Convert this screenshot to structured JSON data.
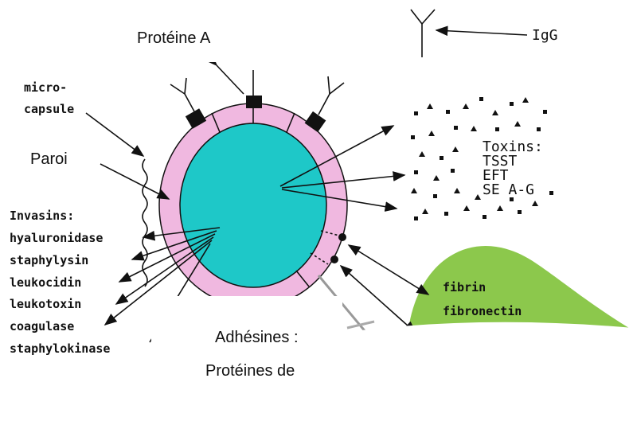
{
  "labels": {
    "proteine_a": "Protéine A",
    "igg": "IgG",
    "microcapsule_1": "micro-",
    "microcapsule_2": "capsule",
    "paroi": "Paroi",
    "invasins_title": "Invasins:",
    "invasins": [
      "hyaluronidase",
      "staphylysin",
      "leukocidin",
      "leukotoxin",
      "coagulase",
      "staphylokinase"
    ],
    "toxins_title": "Toxins:",
    "toxins": [
      "TSST",
      "EFT",
      "SE A-G"
    ],
    "fibrin": "fibrin",
    "fibronectin": "fibronectin",
    "adhesines_1": "Adhésines :",
    "adhesines_2": "Protéines de"
  },
  "colors": {
    "cell": "#1ec8c8",
    "wall": "#f0b8e0",
    "fibrin_zone": "#8cc84c"
  }
}
